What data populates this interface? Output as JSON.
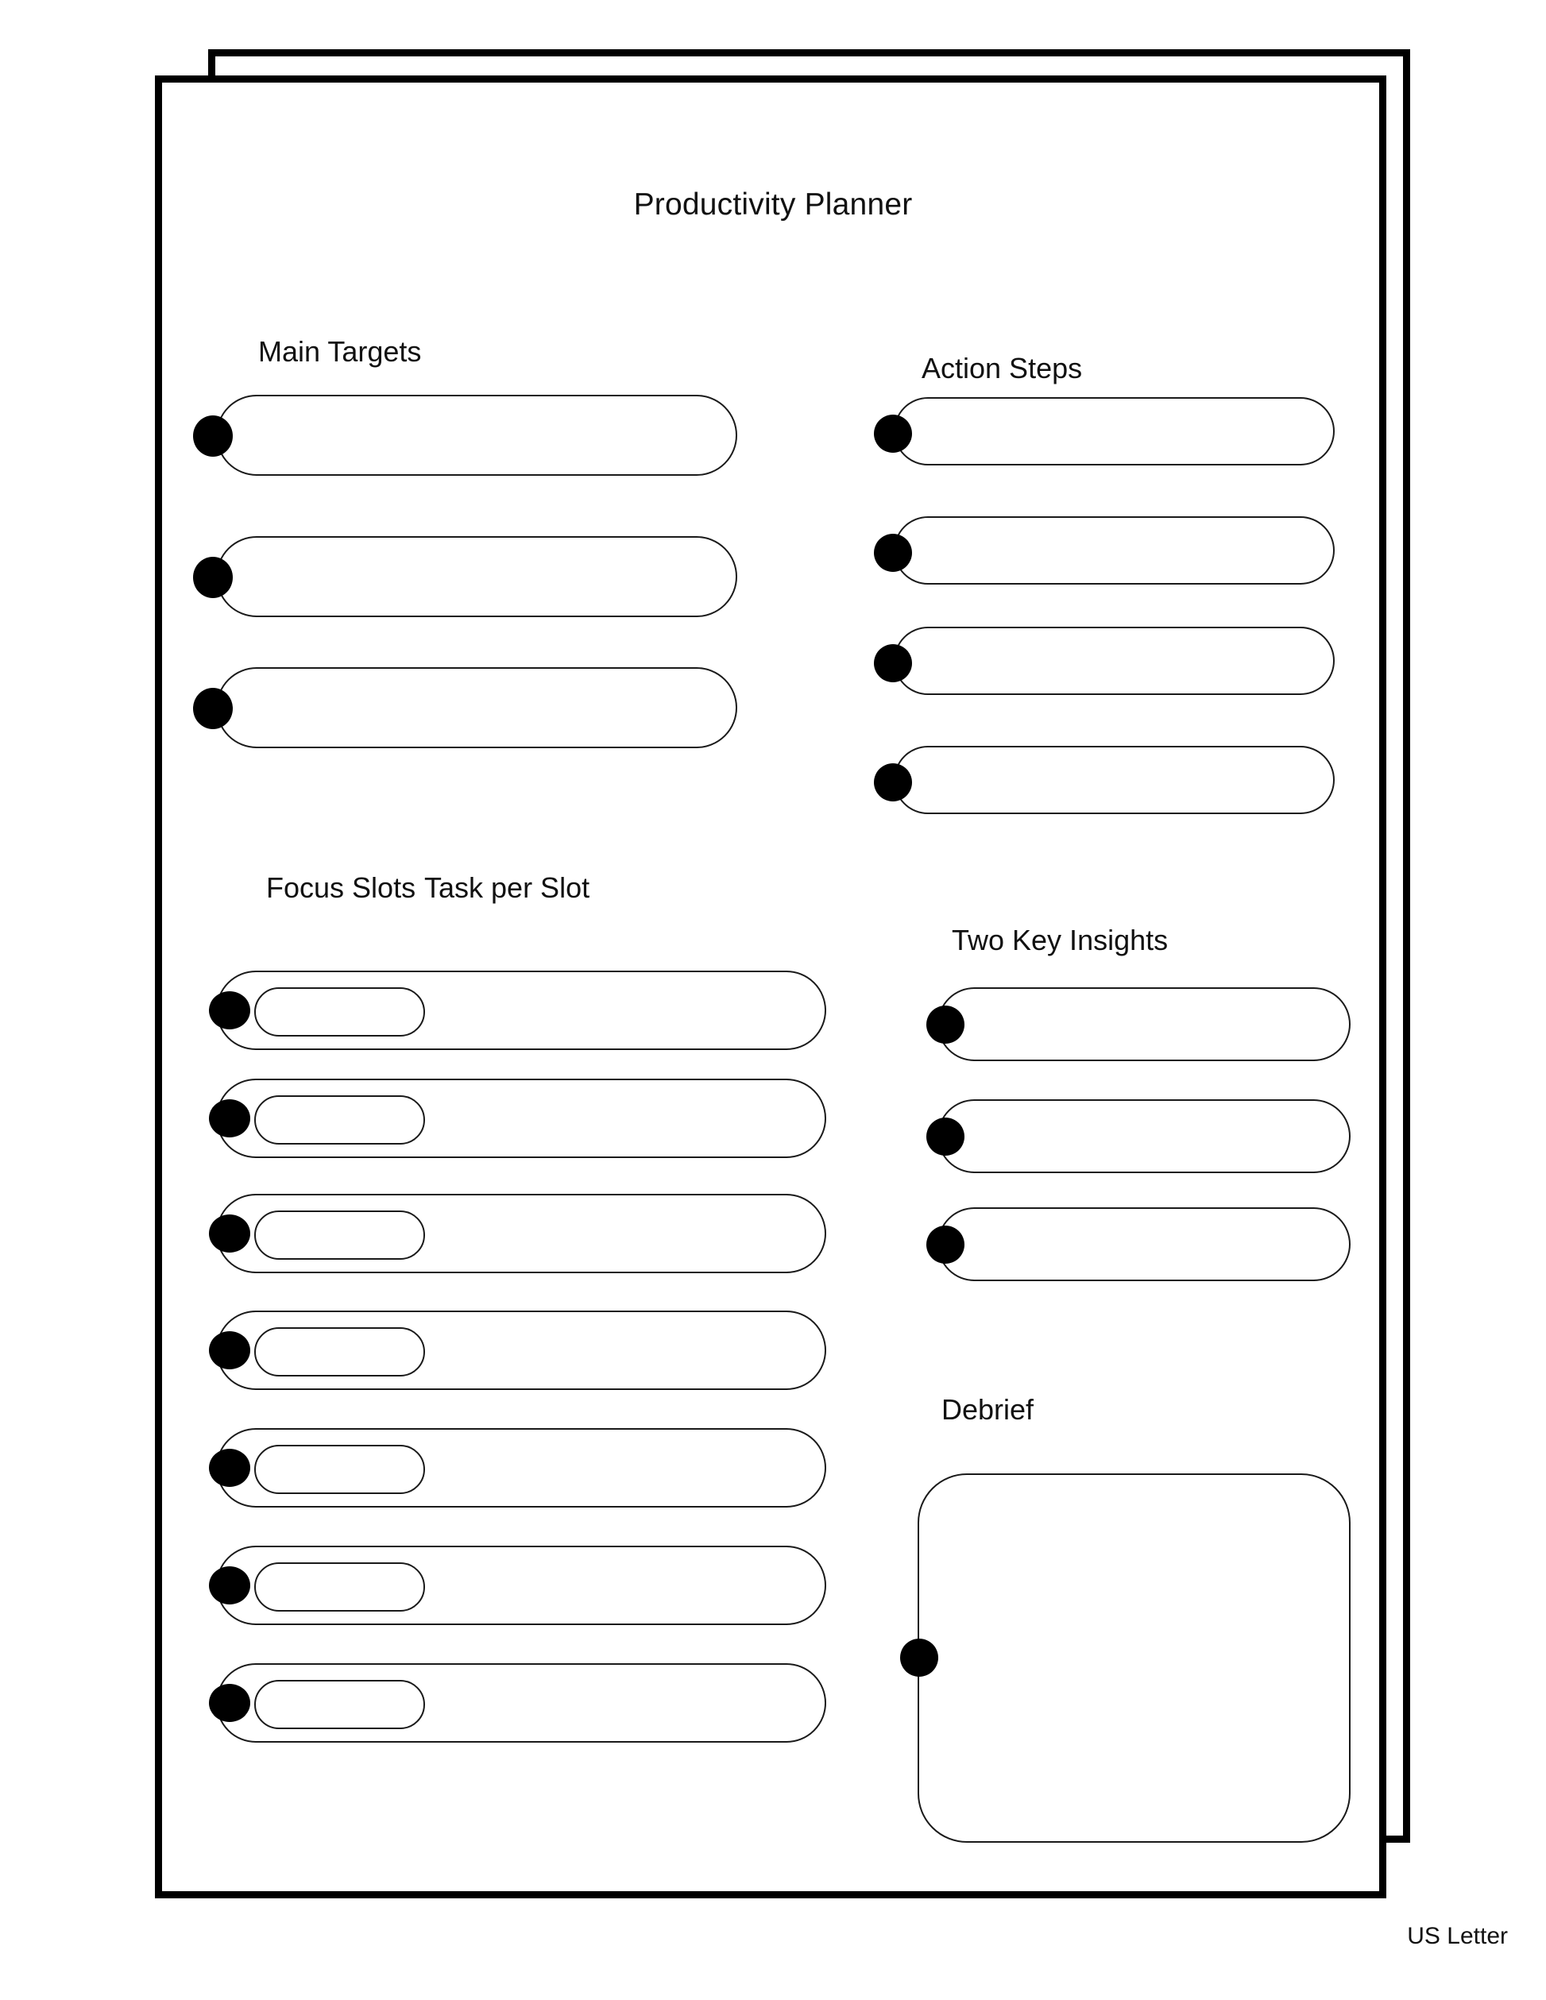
{
  "document": {
    "title": "Productivity Planner",
    "paper_size_note": "US Letter",
    "stroke_color": "#1a1a1a",
    "marker_color": "#000000",
    "page_border_color": "#000000",
    "background_color": "#ffffff"
  },
  "sections": {
    "main_targets": {
      "label": "Main Targets",
      "field_count": 3,
      "fields": [
        {
          "value": "",
          "marker": "bullet-dot"
        },
        {
          "value": "",
          "marker": "bullet-dot"
        },
        {
          "value": "",
          "marker": "bullet-dot"
        }
      ]
    },
    "action_steps": {
      "label": "Action Steps",
      "field_count": 4,
      "fields": [
        {
          "value": "",
          "marker": "bullet-dot"
        },
        {
          "value": "",
          "marker": "bullet-dot"
        },
        {
          "value": "",
          "marker": "bullet-dot"
        },
        {
          "value": "",
          "marker": "bullet-dot"
        }
      ]
    },
    "focus_slots": {
      "label": "Focus Slots",
      "task_label": "Task per Slot",
      "field_count": 7,
      "fields": [
        {
          "slot": "",
          "task": "",
          "marker": "bullet-dot"
        },
        {
          "slot": "",
          "task": "",
          "marker": "bullet-dot"
        },
        {
          "slot": "",
          "task": "",
          "marker": "bullet-dot"
        },
        {
          "slot": "",
          "task": "",
          "marker": "bullet-dot"
        },
        {
          "slot": "",
          "task": "",
          "marker": "bullet-dot"
        },
        {
          "slot": "",
          "task": "",
          "marker": "bullet-dot"
        },
        {
          "slot": "",
          "task": "",
          "marker": "bullet-dot"
        }
      ]
    },
    "two_key_insights": {
      "label": "Two Key Insights",
      "field_count": 3,
      "fields": [
        {
          "value": "",
          "marker": "bullet-dot"
        },
        {
          "value": "",
          "marker": "bullet-dot"
        },
        {
          "value": "",
          "marker": "bullet-dot"
        }
      ]
    },
    "debrief": {
      "label": "Debrief",
      "field_count": 1,
      "fields": [
        {
          "value": "",
          "marker": "bullet-dot"
        }
      ]
    }
  }
}
